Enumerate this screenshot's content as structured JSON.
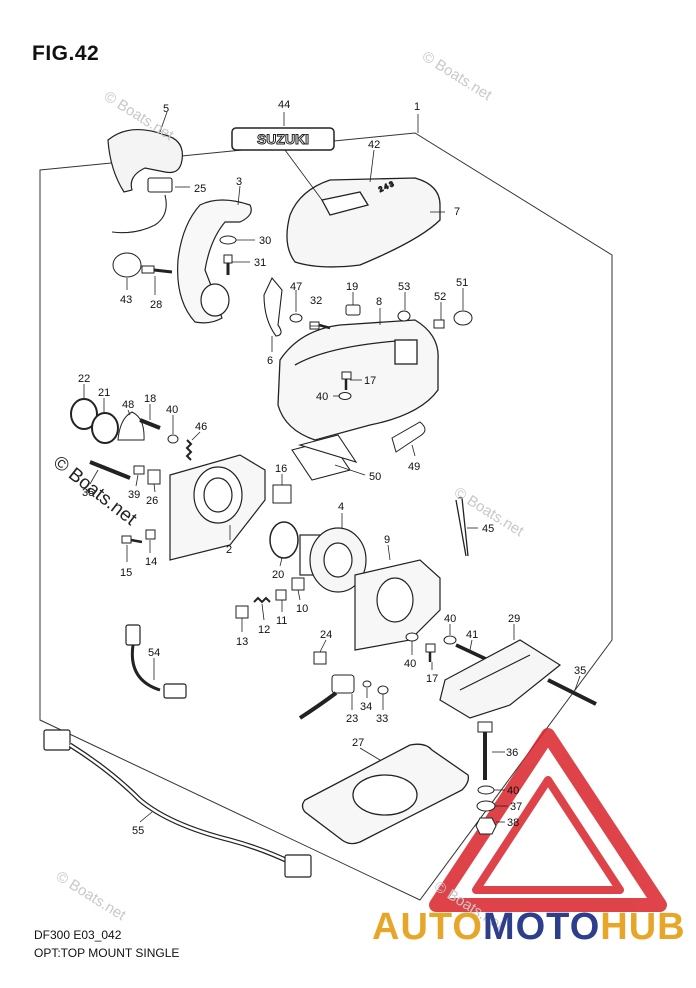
{
  "figure": {
    "title": "FIG.42",
    "model_code": "DF300 E03_042",
    "subtitle": "OPT:TOP MOUNT SINGLE"
  },
  "logo": {
    "emblem_text": "SUZUKI"
  },
  "watermarks": {
    "text": "© Boats.net",
    "large_text": "© Boats.net"
  },
  "brand": {
    "part_a": "AUTO",
    "part_b": "MOTO",
    "part_c": "HUB",
    "color_a": "#e8a628",
    "color_b": "#2c3e8c",
    "triangle_color": "#d9232a"
  },
  "callouts": [
    {
      "id": "c44",
      "label": "44"
    },
    {
      "id": "c1",
      "label": "1"
    },
    {
      "id": "c5",
      "label": "5"
    },
    {
      "id": "c42",
      "label": "42"
    },
    {
      "id": "c7",
      "label": "7"
    },
    {
      "id": "c25",
      "label": "25"
    },
    {
      "id": "c3",
      "label": "3"
    },
    {
      "id": "c30",
      "label": "30"
    },
    {
      "id": "c31",
      "label": "31"
    },
    {
      "id": "c43",
      "label": "43"
    },
    {
      "id": "c28",
      "label": "28"
    },
    {
      "id": "c47",
      "label": "47"
    },
    {
      "id": "c32",
      "label": "32"
    },
    {
      "id": "c19",
      "label": "19"
    },
    {
      "id": "c8",
      "label": "8"
    },
    {
      "id": "c53",
      "label": "53"
    },
    {
      "id": "c52",
      "label": "52"
    },
    {
      "id": "c51",
      "label": "51"
    },
    {
      "id": "c6",
      "label": "6"
    },
    {
      "id": "c17a",
      "label": "17"
    },
    {
      "id": "c40a",
      "label": "40"
    },
    {
      "id": "c22",
      "label": "22"
    },
    {
      "id": "c21",
      "label": "21"
    },
    {
      "id": "c48",
      "label": "48"
    },
    {
      "id": "c18",
      "label": "18"
    },
    {
      "id": "c40b",
      "label": "40"
    },
    {
      "id": "c46",
      "label": "46"
    },
    {
      "id": "c35a",
      "label": "35"
    },
    {
      "id": "c39",
      "label": "39"
    },
    {
      "id": "c26",
      "label": "26"
    },
    {
      "id": "c16",
      "label": "16"
    },
    {
      "id": "c50",
      "label": "50"
    },
    {
      "id": "c49",
      "label": "49"
    },
    {
      "id": "c4",
      "label": "4"
    },
    {
      "id": "c45",
      "label": "45"
    },
    {
      "id": "c2",
      "label": "2"
    },
    {
      "id": "c14",
      "label": "14"
    },
    {
      "id": "c15",
      "label": "15"
    },
    {
      "id": "c20",
      "label": "20"
    },
    {
      "id": "c9",
      "label": "9"
    },
    {
      "id": "c10",
      "label": "10"
    },
    {
      "id": "c11",
      "label": "11"
    },
    {
      "id": "c12",
      "label": "12"
    },
    {
      "id": "c13",
      "label": "13"
    },
    {
      "id": "c40c",
      "label": "40"
    },
    {
      "id": "c41",
      "label": "41"
    },
    {
      "id": "c29",
      "label": "29"
    },
    {
      "id": "c40d",
      "label": "40"
    },
    {
      "id": "c17b",
      "label": "17"
    },
    {
      "id": "c24",
      "label": "24"
    },
    {
      "id": "c54",
      "label": "54"
    },
    {
      "id": "c35b",
      "label": "35"
    },
    {
      "id": "c34",
      "label": "34"
    },
    {
      "id": "c23",
      "label": "23"
    },
    {
      "id": "c33",
      "label": "33"
    },
    {
      "id": "c27",
      "label": "27"
    },
    {
      "id": "c36",
      "label": "36"
    },
    {
      "id": "c40e",
      "label": "40"
    },
    {
      "id": "c37",
      "label": "37"
    },
    {
      "id": "c38",
      "label": "38"
    },
    {
      "id": "c55",
      "label": "55"
    }
  ]
}
